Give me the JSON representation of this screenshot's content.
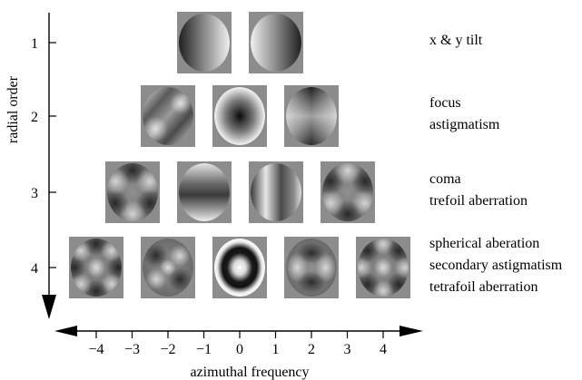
{
  "axes": {
    "y_label": "radial order",
    "x_label": "azimuthal frequency",
    "y_ticks": [
      "1",
      "2",
      "3",
      "4"
    ],
    "x_ticks": [
      "−4",
      "−3",
      "−2",
      "−1",
      "0",
      "1",
      "2",
      "3",
      "4"
    ]
  },
  "rows": [
    {
      "radial_order": 1,
      "labels": [
        "x & y tilt"
      ],
      "terms": [
        {
          "azimuthal_frequency": -1,
          "pattern": "tilt-left-to-right"
        },
        {
          "azimuthal_frequency": 1,
          "pattern": "tilt-right-to-left"
        }
      ]
    },
    {
      "radial_order": 2,
      "labels": [
        "focus",
        "astigmatism"
      ],
      "terms": [
        {
          "azimuthal_frequency": -2,
          "pattern": "astigmatism-diagonal"
        },
        {
          "azimuthal_frequency": 0,
          "pattern": "defocus-dark-center"
        },
        {
          "azimuthal_frequency": 2,
          "pattern": "astigmatism-vertical"
        }
      ]
    },
    {
      "radial_order": 3,
      "labels": [
        "coma",
        "trefoil aberration"
      ],
      "terms": [
        {
          "azimuthal_frequency": -3,
          "pattern": "trefoil"
        },
        {
          "azimuthal_frequency": -1,
          "pattern": "coma-vertical"
        },
        {
          "azimuthal_frequency": 1,
          "pattern": "coma-horizontal"
        },
        {
          "azimuthal_frequency": 3,
          "pattern": "trefoil-rotated"
        }
      ]
    },
    {
      "radial_order": 4,
      "labels": [
        "spherical aberation",
        "secondary astigmatism",
        "tetrafoil aberration"
      ],
      "terms": [
        {
          "azimuthal_frequency": -4,
          "pattern": "tetrafoil"
        },
        {
          "azimuthal_frequency": -2,
          "pattern": "secondary-astigmatism-diagonal"
        },
        {
          "azimuthal_frequency": 0,
          "pattern": "spherical-bright-center-ring"
        },
        {
          "azimuthal_frequency": 2,
          "pattern": "secondary-astigmatism"
        },
        {
          "azimuthal_frequency": 4,
          "pattern": "tetrafoil-rotated"
        }
      ]
    }
  ],
  "colors": {
    "tile_background": "#8c8c8c",
    "axis": "#000000",
    "text": "#000000"
  }
}
